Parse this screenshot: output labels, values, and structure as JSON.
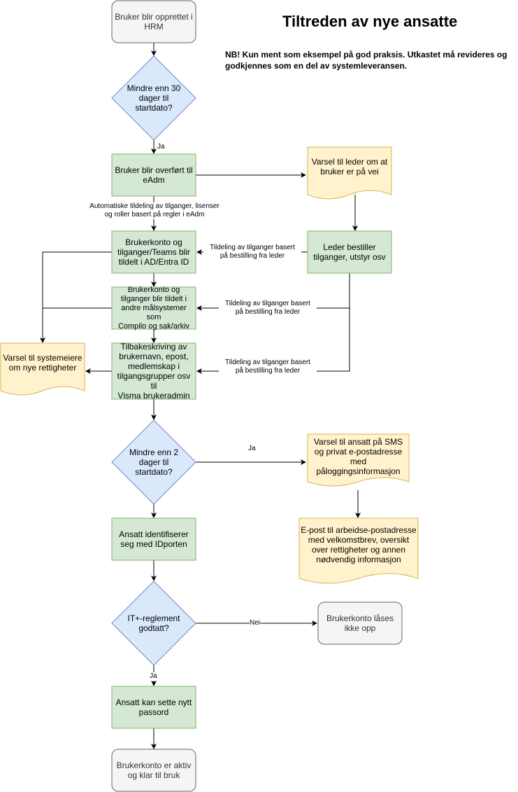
{
  "title": "Tiltreden av nye ansatte",
  "note": "NB! Kun ment som eksempel på god praksis. Utkastet må revideres og\ngodkjennes som en del av systemleveransen.",
  "nodes": {
    "start": "Bruker blir opprettet i\nHRM",
    "d30": "Mindre enn 30\ndager til\nstartdato?",
    "eadm": "Bruker blir overført til\neAdm",
    "varsel_leder": "Varsel til leder om at\nbruker er på vei",
    "ad": "Brukerkonto og\ntilganger/Teams blir\ntildelt i AD/Entra ID",
    "leder_bestiller": "Leder bestiller\ntilganger, utstyr osv",
    "malsystemer": "Brukerkonto og\ntilganger blir tildelt i\nandre målsystemer som\nCompilo og sak/arkiv",
    "varsel_systemeiere": "Varsel til systemeiere\nom nye rettigheter",
    "visma": "Tilbakeskriving av\nbrukernavn, epost,\nmedlemskap i\ntilgangsgrupper osv til\nVisma brukeradmin",
    "d2": "Mindre enn 2\ndager til\nstartdato?",
    "varsel_sms": "Varsel til ansatt på SMS\nog privat e-postadresse\nmed\npåloggingsinformasjon",
    "idporten": "Ansatt identifiserer\nseg med IDporten",
    "epost_velkomst": "E-post til arbeidse-postadresse\nmed velkomstbrev, oversikt\nover rettigheter og annen\nnødvendig informasjon",
    "it_reglement": "IT+-reglement\ngodtatt?",
    "last": "Brukerkonto låses\nikke opp",
    "passord": "Ansatt kan sette nytt\npassord",
    "aktiv": "Brukerkonto er aktiv\nog klar til bruk"
  },
  "edge_labels": {
    "ja1": "Ja",
    "auto": "Automatiske tildeling av tilganger, lisenser\nog roller basert på regler i eAdm",
    "tild1": "Tildeling av tilganger basert\npå bestilling fra leder",
    "tild2": "Tildeling av tilganger basert\npå bestilling fra leder",
    "tild3": "Tildeling av tilganger basert\npå bestilling fra leder",
    "ja2": "Ja",
    "nei": "Nei",
    "ja3": "Ja"
  },
  "colors": {
    "green_fill": "#d5e8d4",
    "green_stroke": "#82b366",
    "blue_fill": "#dae8fc",
    "blue_stroke": "#6c8ebf",
    "yellow_fill": "#fff2cc",
    "yellow_stroke": "#d6b656",
    "gray_fill": "#f5f5f5",
    "gray_stroke": "#666666"
  }
}
